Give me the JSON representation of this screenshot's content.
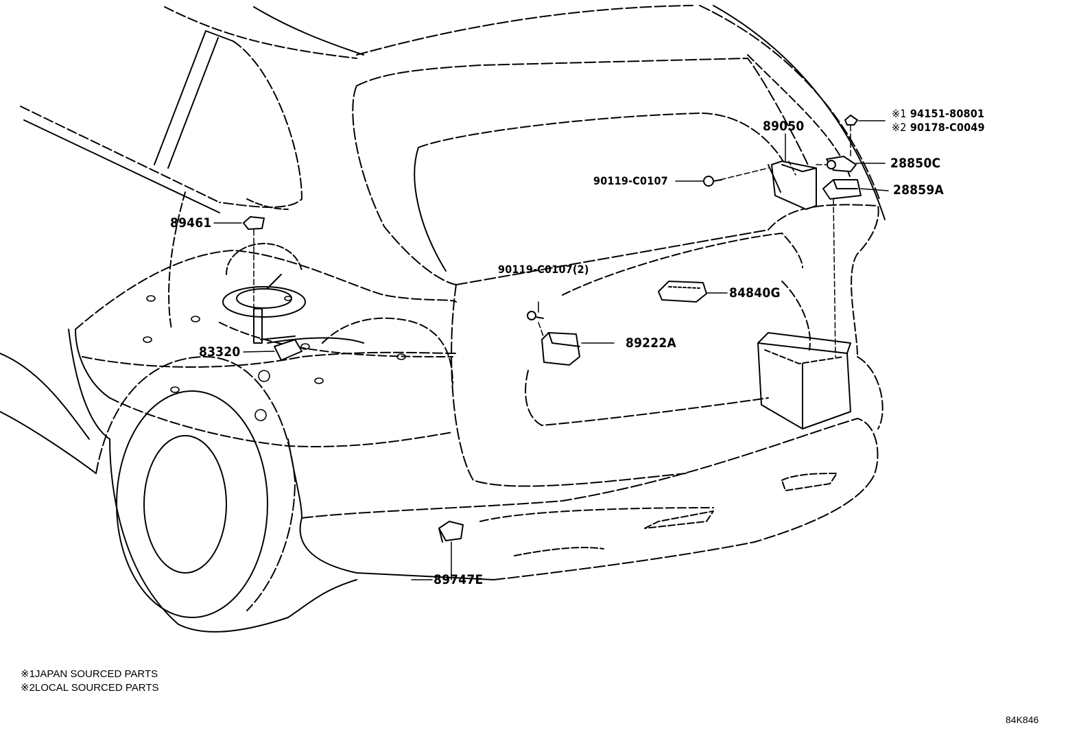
{
  "parts": {
    "p94151": "94151-80801",
    "p90178": "90178-C0049",
    "p89050": "89050",
    "p28850C": "28850C",
    "p28859A": "28859A",
    "p90119a": "90119-C0107",
    "p89461": "89461",
    "p90119b": "90119-C0107(2)",
    "p84840G": "84840G",
    "p83320": "83320",
    "p89222A": "89222A",
    "p89747E": "89747E"
  },
  "source_marks": {
    "m1": "※1",
    "m2": "※2"
  },
  "notes": {
    "n1_mark": "※1",
    "n1_text": "JAPAN SOURCED PARTS",
    "n2_mark": "※2",
    "n2_text": "LOCAL SOURCED PARTS"
  },
  "illustration_id": "84K846",
  "colors": {
    "ink": "#000000",
    "paper": "#ffffff"
  }
}
